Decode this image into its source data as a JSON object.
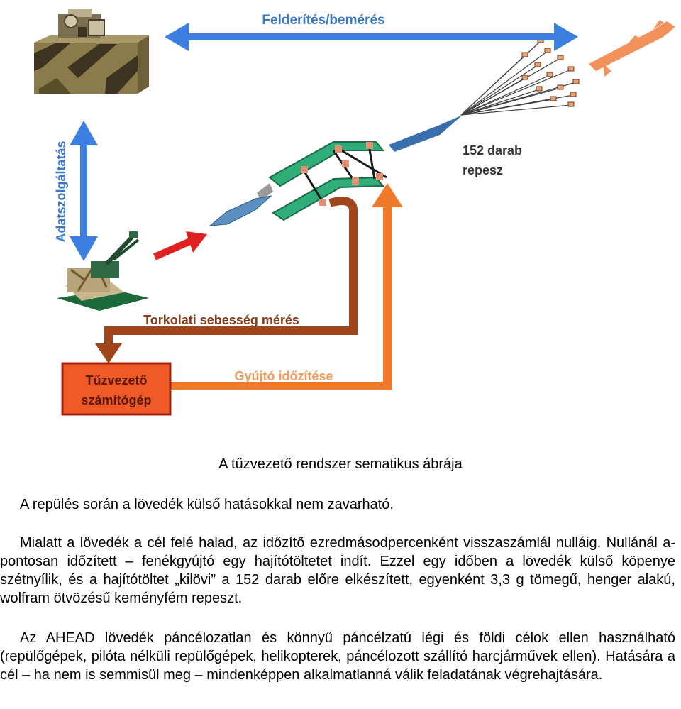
{
  "figure": {
    "labels": {
      "reconnaissance": "Felderítés/bemérés",
      "data_service": "Adatszolgáltatás",
      "muzzle_velocity": "Torkolati sebesség mérés",
      "fuze_timing": "Gyújtó időzítése",
      "computer_line1": "Tűzvezető",
      "computer_line2": "számítógép",
      "fragments_line1": "152 darab",
      "fragments_line2": "repesz"
    },
    "colors": {
      "blue_arrow": "#3b7fe0",
      "brown_arrow": "#a0461c",
      "orange_arrow": "#f07a2a",
      "computer_box": "#f05a28",
      "computer_border": "#a02010",
      "label_blue": "#3a78c9",
      "label_brown": "#8a3a16",
      "label_orange": "#f39a5a"
    }
  },
  "caption": "A tűzvezető rendszer sematikus ábrája",
  "paragraphs": [
    "A repülés során a lövedék külső hatásokkal nem zavarható.",
    "Mialatt a lövedék a cél felé halad, az időzítő ezredmásodpercenként visszaszámlál nulláig. Nullánál a-pontosan időzített – fenékgyújtó egy hajítótöltetet indít. Ezzel egy időben a lövedék külső köpenye szétnyílik, és a hajítótöltet „kilövi” a 152 darab előre elkészített, egyenként 3,3 g tömegű, henger alakú, wolfram ötvözésű keményfém repeszt.",
    "Az AHEAD lövedék páncélozatlan és könnyű páncélzatú légi és földi célok ellen használható (repülőgépek, pilóta nélküli repülőgépek, helikopterek, páncélozott szállító harcjárművek ellen). Hatására a cél – ha nem is semmisül meg – mindenképpen alkalmatlanná válik feladatának végrehajtására."
  ]
}
